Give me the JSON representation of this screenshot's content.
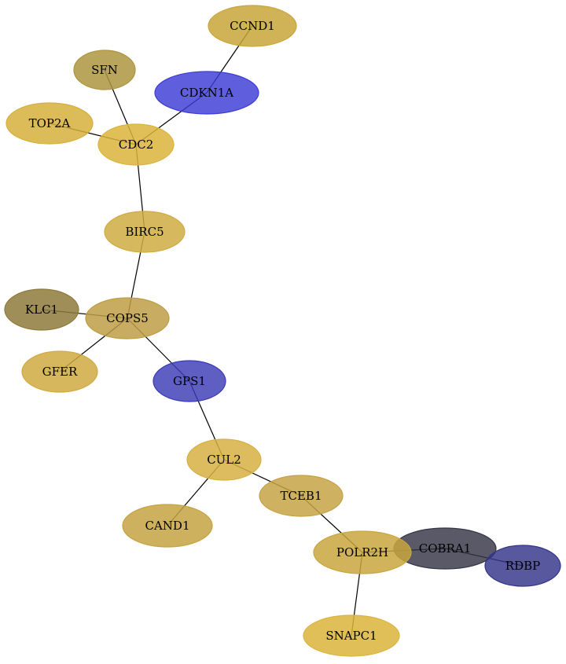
{
  "nodes": [
    {
      "id": "CCND1",
      "label": "CCND1",
      "color": "#c9a63a",
      "opacity": 0.85
    },
    {
      "id": "SFN",
      "label": "SFN",
      "color": "#ae9540",
      "opacity": 0.85
    },
    {
      "id": "CDKN1A",
      "label": "CDKN1A",
      "color": "#3c3cd6",
      "opacity": 0.82
    },
    {
      "id": "TOP2A",
      "label": "TOP2A",
      "color": "#d6af3c",
      "opacity": 0.85
    },
    {
      "id": "CDC2",
      "label": "CDC2",
      "color": "#dbb43c",
      "opacity": 0.85
    },
    {
      "id": "BIRC5",
      "label": "BIRC5",
      "color": "#cfab42",
      "opacity": 0.85
    },
    {
      "id": "KLC1",
      "label": "KLC1",
      "color": "#8f7a3c",
      "opacity": 0.85
    },
    {
      "id": "COPS5",
      "label": "COPS5",
      "color": "#bd9e45",
      "opacity": 0.85
    },
    {
      "id": "GFER",
      "label": "GFER",
      "color": "#d0aa42",
      "opacity": 0.85
    },
    {
      "id": "GPS1",
      "label": "GPS1",
      "color": "#3a3ab6",
      "opacity": 0.82
    },
    {
      "id": "CUL2",
      "label": "CUL2",
      "color": "#d6b042",
      "opacity": 0.85
    },
    {
      "id": "TCEB1",
      "label": "TCEB1",
      "color": "#c5a345",
      "opacity": 0.85
    },
    {
      "id": "CAND1",
      "label": "CAND1",
      "color": "#c6a343",
      "opacity": 0.85
    },
    {
      "id": "COBRA1",
      "label": "COBRA1",
      "color": "#353545",
      "opacity": 0.82
    },
    {
      "id": "POLR2H",
      "label": "POLR2H",
      "color": "#c9a640",
      "opacity": 0.85
    },
    {
      "id": "RDBP",
      "label": "RDBP",
      "color": "#33338a",
      "opacity": 0.82
    },
    {
      "id": "SNAPC1",
      "label": "SNAPC1",
      "color": "#dbb43c",
      "opacity": 0.85
    }
  ],
  "edges": [
    [
      "CCND1",
      "CDKN1A"
    ],
    [
      "CDKN1A",
      "CDC2"
    ],
    [
      "SFN",
      "CDC2"
    ],
    [
      "TOP2A",
      "CDC2"
    ],
    [
      "CDC2",
      "BIRC5"
    ],
    [
      "BIRC5",
      "COPS5"
    ],
    [
      "KLC1",
      "COPS5"
    ],
    [
      "COPS5",
      "GFER"
    ],
    [
      "COPS5",
      "GPS1"
    ],
    [
      "GPS1",
      "CUL2"
    ],
    [
      "CUL2",
      "CAND1"
    ],
    [
      "CUL2",
      "TCEB1"
    ],
    [
      "TCEB1",
      "POLR2H"
    ],
    [
      "POLR2H",
      "COBRA1"
    ],
    [
      "COBRA1",
      "RDBP"
    ],
    [
      "POLR2H",
      "SNAPC1"
    ]
  ]
}
